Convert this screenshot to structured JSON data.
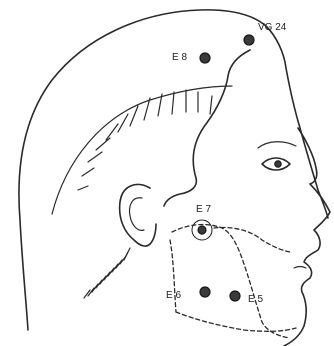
{
  "points": [
    {
      "id": "vg24",
      "label": "VG 24"
    },
    {
      "id": "e8",
      "label": "E 8"
    },
    {
      "id": "e7",
      "label": "E 7"
    },
    {
      "id": "e6",
      "label": "E 6"
    },
    {
      "id": "e5",
      "label": "E 5"
    }
  ],
  "colors": {
    "ink": "#2a2a2a",
    "background": "#ffffff"
  }
}
